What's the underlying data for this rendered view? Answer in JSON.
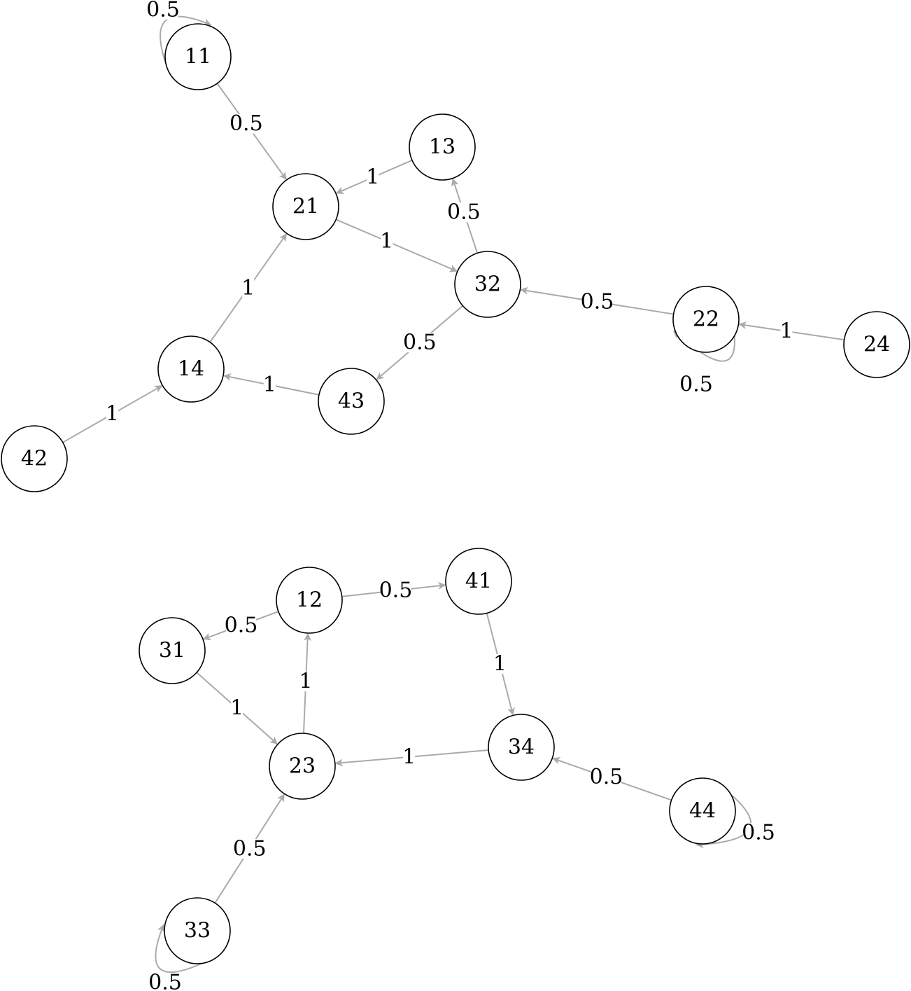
{
  "colors": {
    "edge": "#aaaaaa",
    "node_stroke": "#000000",
    "node_fill": "#ffffff",
    "text": "#000000"
  },
  "nodes": [
    "11",
    "13",
    "21",
    "32",
    "22",
    "24",
    "14",
    "43",
    "42",
    "12",
    "41",
    "31",
    "23",
    "34",
    "44",
    "33"
  ],
  "edges": [
    {
      "from": "11",
      "to": "11",
      "label": "0.5"
    },
    {
      "from": "11",
      "to": "21",
      "label": "0.5"
    },
    {
      "from": "13",
      "to": "21",
      "label": "1"
    },
    {
      "from": "21",
      "to": "32",
      "label": "1"
    },
    {
      "from": "32",
      "to": "13",
      "label": "0.5"
    },
    {
      "from": "32",
      "to": "43",
      "label": "0.5"
    },
    {
      "from": "22",
      "to": "32",
      "label": "0.5"
    },
    {
      "from": "22",
      "to": "22",
      "label": "0.5"
    },
    {
      "from": "24",
      "to": "22",
      "label": "1"
    },
    {
      "from": "14",
      "to": "21",
      "label": "1"
    },
    {
      "from": "43",
      "to": "14",
      "label": "1"
    },
    {
      "from": "42",
      "to": "14",
      "label": "1"
    },
    {
      "from": "12",
      "to": "41",
      "label": "0.5"
    },
    {
      "from": "12",
      "to": "31",
      "label": "0.5"
    },
    {
      "from": "41",
      "to": "34",
      "label": "1"
    },
    {
      "from": "31",
      "to": "23",
      "label": "1"
    },
    {
      "from": "23",
      "to": "12",
      "label": "1"
    },
    {
      "from": "34",
      "to": "23",
      "label": "1"
    },
    {
      "from": "44",
      "to": "34",
      "label": "0.5"
    },
    {
      "from": "44",
      "to": "44",
      "label": "0.5"
    },
    {
      "from": "33",
      "to": "23",
      "label": "0.5"
    },
    {
      "from": "33",
      "to": "33",
      "label": "0.5"
    }
  ]
}
